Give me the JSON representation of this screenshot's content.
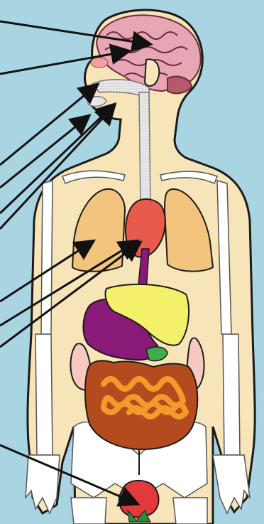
{
  "diagram": {
    "subject": "human-body-organs",
    "labels_visible": false,
    "pointer_count": 10
  },
  "colors": {
    "background": "#a9d5e3",
    "skin": "#f7e4b8",
    "skin_outline": "#1b1b1b",
    "bone": "#ffffff",
    "brain": "#e6a6b4",
    "lungs": "#f2c47e",
    "heart": "#e85a4a",
    "stomach": "#8a1a78",
    "liver": "#f4f06a",
    "kidney": "#f6c9c2",
    "small_intestine": "#f59a2a",
    "large_intestine": "#b44b1e",
    "gallbladder": "#3fae4a",
    "bladder": "#e23a3a",
    "airway": "#d9d9d9"
  },
  "organs": [
    {
      "name": "brain"
    },
    {
      "name": "tongue"
    },
    {
      "name": "nasal-cavity"
    },
    {
      "name": "mouth"
    },
    {
      "name": "pharynx"
    },
    {
      "name": "lungs"
    },
    {
      "name": "heart"
    },
    {
      "name": "esophagus"
    },
    {
      "name": "liver"
    },
    {
      "name": "stomach"
    },
    {
      "name": "gallbladder"
    },
    {
      "name": "kidneys"
    },
    {
      "name": "large-intestine"
    },
    {
      "name": "small-intestine"
    },
    {
      "name": "bladder"
    }
  ]
}
